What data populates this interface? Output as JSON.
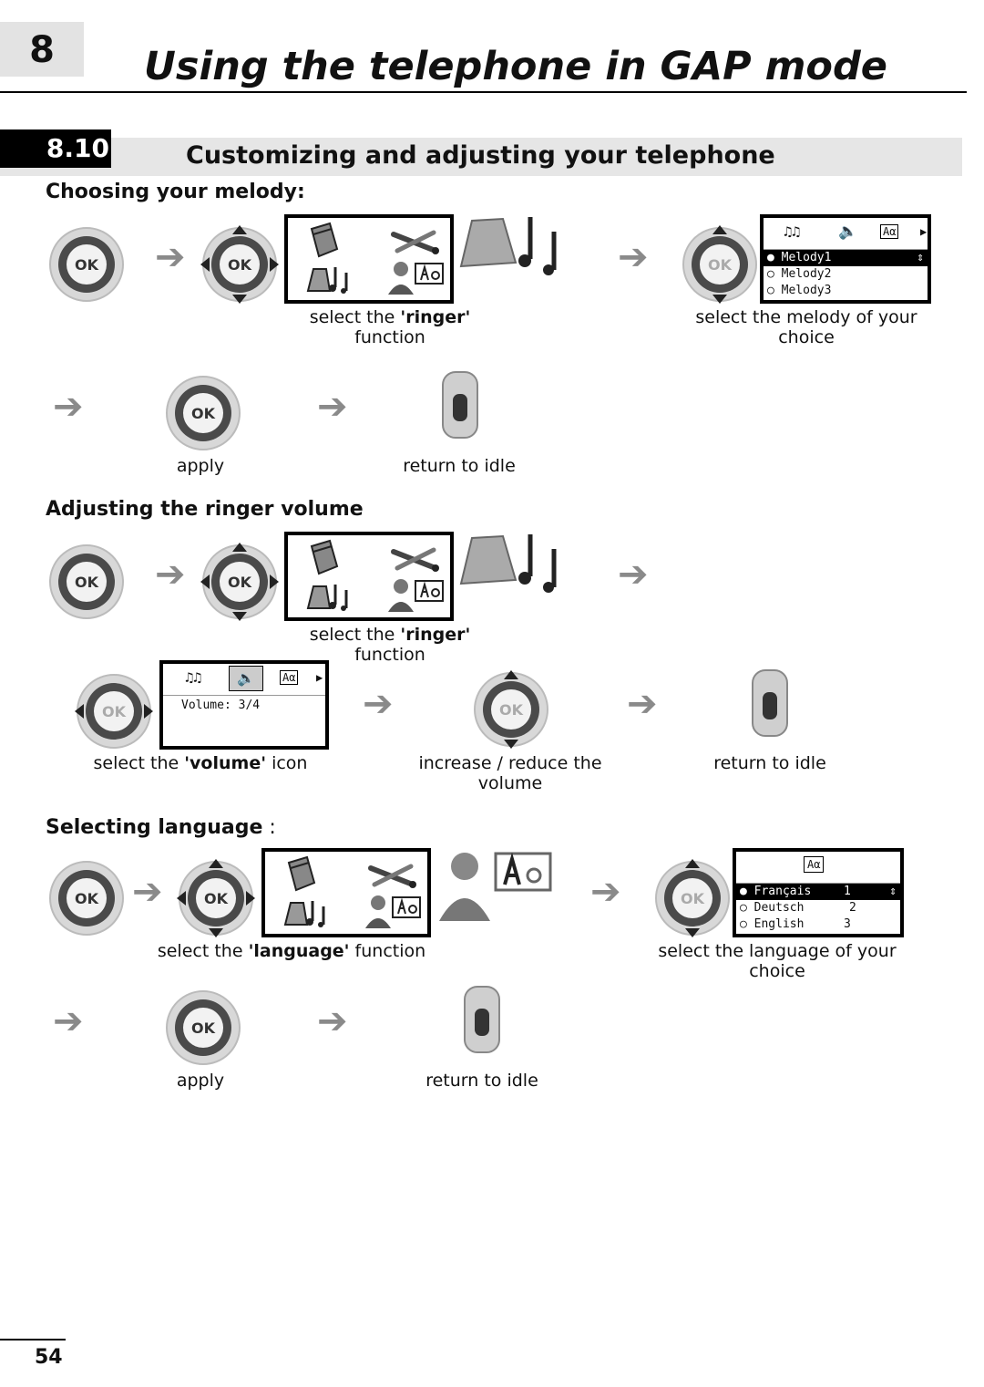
{
  "chapter": {
    "number": "8",
    "title": "Using the telephone in GAP mode"
  },
  "section": {
    "number": "8.10",
    "title": "Customizing and adjusting your telephone"
  },
  "melody": {
    "heading": "Choosing your melody:",
    "menu_caption_pre": "select the ",
    "menu_caption_bold": "'ringer'",
    "menu_caption_post": " function",
    "choice_caption": "select the melody of your choice",
    "items": [
      "Melody1",
      "Melody2",
      "Melody3"
    ],
    "apply": "apply",
    "idle": "return to idle"
  },
  "volume": {
    "heading": "Adjusting the ringer volume",
    "menu_caption_pre": "select the ",
    "menu_caption_bold": "'ringer'",
    "menu_caption_post": " function",
    "icon_caption_pre": "select the ",
    "icon_caption_bold": "'volume'",
    "icon_caption_post": " icon",
    "screen_text": "Volume: 3/4",
    "adjust_caption": "increase / reduce the volume",
    "idle": "return to idle"
  },
  "language": {
    "heading": "Selecting language",
    "heading_suffix": " :",
    "menu_caption_pre": "select the ",
    "menu_caption_bold": "'language'",
    "menu_caption_post": " function",
    "choice_caption": "select the language of your choice",
    "items": [
      {
        "name": "Français",
        "num": "1"
      },
      {
        "name": "Deutsch",
        "num": "2"
      },
      {
        "name": "English",
        "num": "3"
      }
    ],
    "apply": "apply",
    "idle": "return to idle"
  },
  "ok_label": "OK",
  "page_number": "54"
}
